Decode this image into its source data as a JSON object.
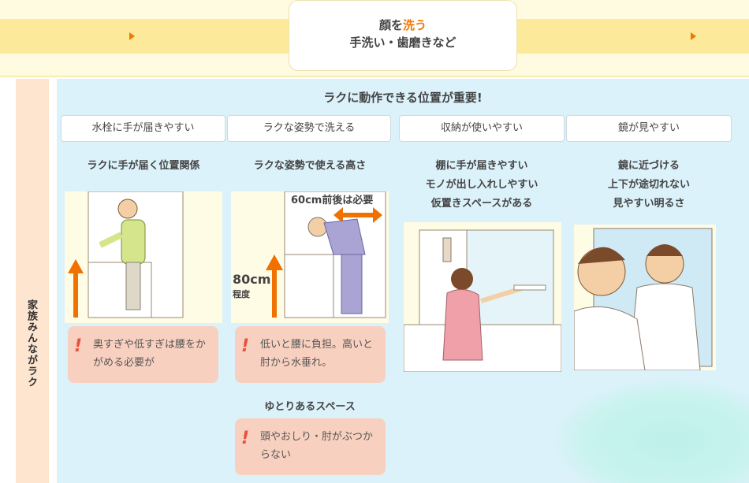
{
  "header": {
    "title_prefix": "顔を",
    "title_highlight": "洗う",
    "subtitle": "手洗い・歯磨きなど"
  },
  "sidebar": {
    "label": "家族みんながラク"
  },
  "main": {
    "heading": "ラクに動作できる位置が重要!",
    "tabs": [
      "水栓に手が届きやすい",
      "ラクな姿勢で洗える",
      "収納が使いやすい",
      "鏡が見やすい"
    ],
    "columns": [
      {
        "title": "ラクに手が届く位置関係",
        "warning": "奥すぎや低すぎは腰をかがめる必要が"
      },
      {
        "title": "ラクな姿勢で使える高さ",
        "img_label_top": "60cm前後は必要",
        "img_label_height": "80cm",
        "img_label_height_sub": "程度",
        "warning": "低いと腰に負担。高いと肘から水垂れ。",
        "sub_title": "ゆとりあるスペース",
        "sub_warning": "頭やおしり・肘がぶつからない"
      },
      {
        "lines": [
          "棚に手が届きやすい",
          "モノが出し入れしやすい",
          "仮置きスペースがある"
        ]
      },
      {
        "lines": [
          "鏡に近づける",
          "上下が途切れない",
          "見やすい明るさ"
        ]
      }
    ],
    "warning_icon": "!"
  },
  "colors": {
    "accent": "#f07800",
    "panel": "#dcf2fa",
    "warning_bg": "#f8d0c0"
  }
}
